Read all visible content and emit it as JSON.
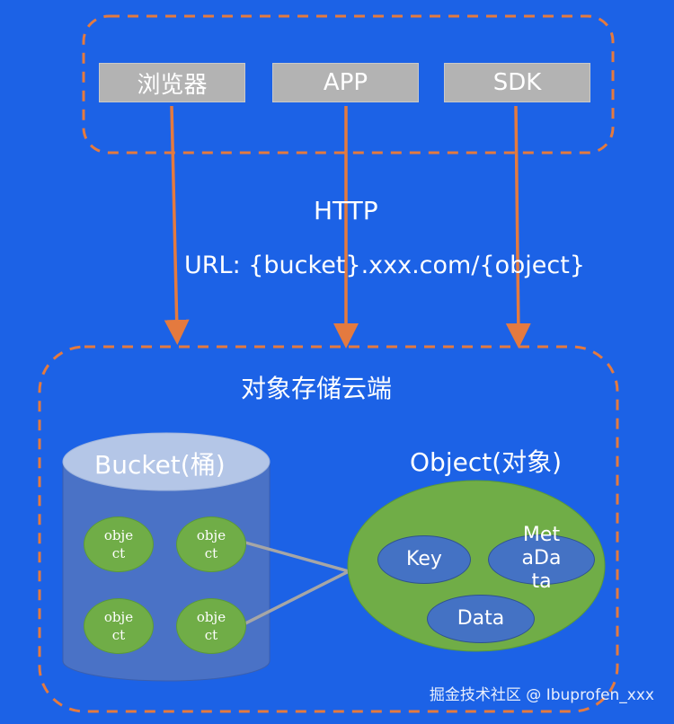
{
  "colors": {
    "background": "#1c62e6",
    "dashed_border": "#e47a3f",
    "client_box": "#b3b3b3",
    "arrow": "#e47a3f",
    "bucket": "#4a72c6",
    "bucket_top": "#b4c6e7",
    "object_green": "#70ad47",
    "part_blue": "#4472c4",
    "connector": "#a6a6a6"
  },
  "clients": [
    {
      "label": "浏览器"
    },
    {
      "label": "APP"
    },
    {
      "label": "SDK"
    }
  ],
  "protocol": {
    "http": "HTTP",
    "url": "URL: {bucket}.xxx.com/{object}"
  },
  "cloud": {
    "title": "对象存储云端",
    "bucket_label": "Bucket(桶)",
    "objects": [
      {
        "label": "object"
      },
      {
        "label": "object"
      },
      {
        "label": "object"
      },
      {
        "label": "object"
      }
    ],
    "object_label": "Object(对象)",
    "object_parts": {
      "key": "Key",
      "metadata": "MetaData",
      "data": "Data"
    }
  },
  "watermark": "掘金技术社区 @ Ibuprofen_xxx"
}
